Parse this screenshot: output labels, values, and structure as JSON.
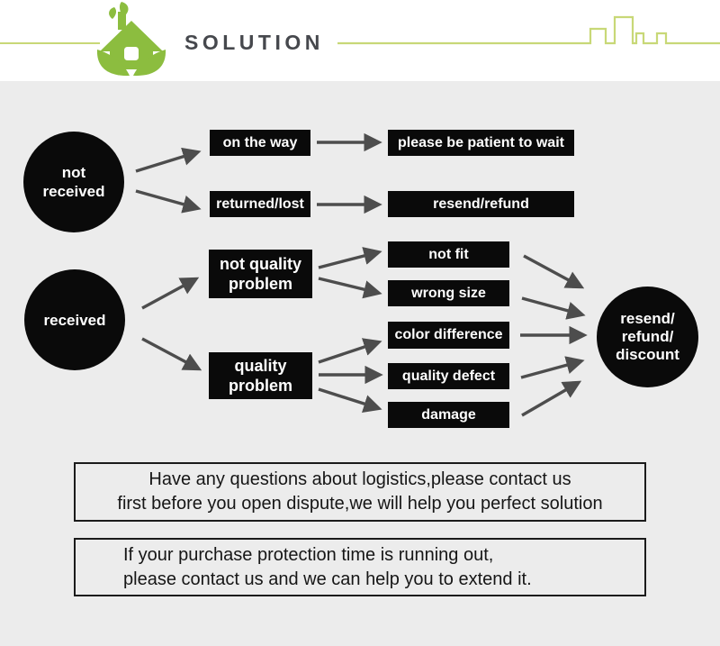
{
  "header": {
    "title": "SOLUTION"
  },
  "colors": {
    "brand_green": "#8cbd3f",
    "line_green": "#c8d877",
    "node_black": "#0a0a0a",
    "arrow_gray": "#4d4d4d",
    "canvas_gray": "#ececec"
  },
  "flowchart": {
    "not_received": "not\nreceived",
    "received": "received",
    "on_the_way": "on the way",
    "please_wait": "please be patient to wait",
    "returned_lost": "returned/lost",
    "resend_refund": "resend/refund",
    "not_quality_problem": "not quality\nproblem",
    "quality_problem": "quality\nproblem",
    "not_fit": "not fit",
    "wrong_size": "wrong size",
    "color_difference": "color difference",
    "quality_defect": "quality defect",
    "damage": "damage",
    "outcome": "resend/\nrefund/\ndiscount"
  },
  "notes": {
    "logistics": "Have any questions about logistics,please contact us\nfirst before you open dispute,we will help you perfect solution",
    "protection": "If your purchase protection time is running out,\nplease contact us and we can help you to extend it."
  }
}
